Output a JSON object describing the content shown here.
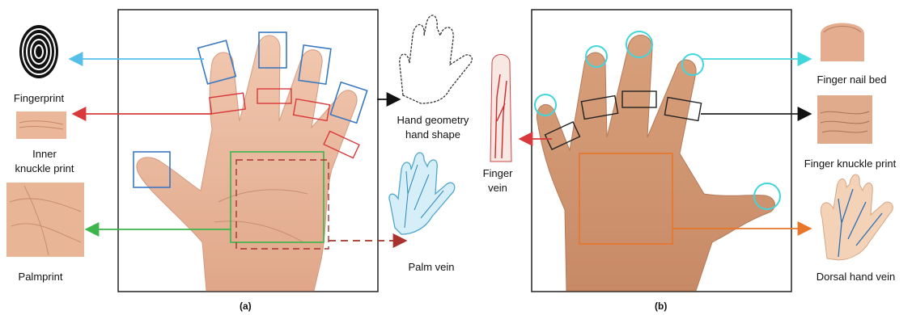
{
  "panel_a": {
    "caption": "(a)",
    "labels": {
      "fingerprint": "Fingerprint",
      "inner_knuckle_line1": "Inner",
      "inner_knuckle_line2": "knuckle print",
      "palmprint": "Palmprint",
      "hand_geometry_line1": "Hand geometry",
      "hand_geometry_line2": "hand shape",
      "palm_vein": "Palm vein"
    }
  },
  "panel_b": {
    "caption": "(b)",
    "labels": {
      "finger_vein_line1": "Finger",
      "finger_vein_line2": "vein",
      "finger_nail_bed": "Finger nail bed",
      "finger_knuckle_print": "Finger knuckle print",
      "dorsal_hand_vein": "Dorsal hand vein"
    }
  },
  "colors": {
    "fingerprint_box": "#3a78c2",
    "fingerprint_arrow": "#56bfe8",
    "inner_knuckle": "#d9393a",
    "palmprint": "#3db54a",
    "palm_vein": "#a8322d",
    "hand_geometry_arrow": "#111111",
    "nail_bed": "#3fd6dc",
    "finger_knuckle": "#222222",
    "finger_vein": "#d9393a",
    "dorsal_vein": "#e8762b",
    "skin": "#e8b79d",
    "skin_dark": "#d49a7e"
  }
}
